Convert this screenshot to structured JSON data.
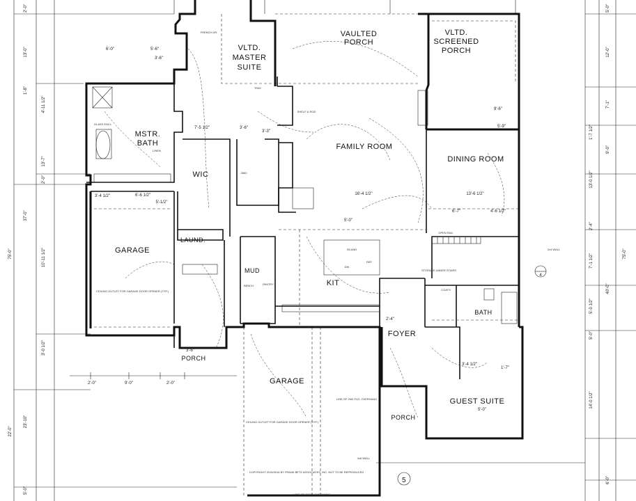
{
  "rooms": [
    {
      "id": "master-suite",
      "lines": [
        "VLTD.",
        "MASTER",
        "SUITE"
      ]
    },
    {
      "id": "vaulted-porch",
      "lines": [
        "VAULTED",
        "PORCH"
      ]
    },
    {
      "id": "screened-porch",
      "lines": [
        "VLTD.",
        "SCREENED",
        "PORCH"
      ]
    },
    {
      "id": "master-bath",
      "lines": [
        "MSTR.",
        "BATH"
      ]
    },
    {
      "id": "family-room",
      "lines": [
        "FAMILY ROOM"
      ]
    },
    {
      "id": "dining-room",
      "lines": [
        "DINING ROOM"
      ]
    },
    {
      "id": "wic",
      "lines": [
        "WIC"
      ]
    },
    {
      "id": "laundry",
      "lines": [
        "LAUND."
      ]
    },
    {
      "id": "garage-left",
      "lines": [
        "GARAGE"
      ]
    },
    {
      "id": "mud",
      "lines": [
        "MUD"
      ]
    },
    {
      "id": "kitchen",
      "lines": [
        "KIT"
      ]
    },
    {
      "id": "bath",
      "lines": [
        "BATH"
      ]
    },
    {
      "id": "foyer",
      "lines": [
        "FOYER"
      ]
    },
    {
      "id": "porch-left",
      "lines": [
        "PORCH"
      ]
    },
    {
      "id": "garage-center",
      "lines": [
        "GARAGE"
      ]
    },
    {
      "id": "porch-front",
      "lines": [
        "PORCH"
      ]
    },
    {
      "id": "guest-suite",
      "lines": [
        "GUEST SUITE"
      ]
    }
  ],
  "dimensions": {
    "left": [
      "2'-0\"",
      "13'-0\"",
      "1'-8\"",
      "4'-11 1/2\"",
      "13'-7\"",
      "10'-11 1/2\"",
      "2'-0\"",
      "37'-0\"",
      "3'-0 1/2\"",
      "75'-0\"",
      "23'-10\"",
      "22'-0\"",
      "5'-0\""
    ],
    "right": [
      "5'-0\"",
      "12'-0\"",
      "7'-1\"",
      "9'-0\"",
      "1'-7 1/2\"",
      "13'-0 1/2\"",
      "2'-4\"",
      "7'-1 1/2\"",
      "5'-0 1/2\"",
      "40'-0\"",
      "5'-0\"",
      "14'-0 1/2\"",
      "75'-0\"",
      "6'-0\""
    ],
    "interior": [
      "6'-0\"",
      "5'-6\"",
      "3'-4 1/2\"",
      "7'-5 1/2\"",
      "3'-6\"",
      "3'-3\"",
      "6'-6 1/2\"",
      "5'-1/2\"",
      "16'-4 1/2\"",
      "13'-6 1/2\"",
      "9'-6\"",
      "6'-7\"",
      "4'-6 1/2\"",
      "3'-6\"",
      "9'-0\"",
      "2'-0\"",
      "2'-0\"",
      "5'-0\"",
      "5'-0\"",
      "3'-4 1/2\"",
      "3'-6\"",
      "1'-7\"",
      "5'-9\"",
      "2'-4\""
    ]
  },
  "notes": [
    "2x4 WALL",
    "4x6 WALL",
    "OPEN RAIL",
    "CEILING OUTLET FOR GARAGE DOOR OPENER (TYP.)",
    "LINE OF 2ND FLR. OVERHANG",
    "COPYRIGHT 2015/2016 BY FRANK BETZ ASSOCIATES, INC. NOT TO BE REPRODUCED",
    "LINE OF ROOF OVERHANG",
    "TRAY",
    "FRENCH DR.",
    "SHELF & ROD",
    "LINEN",
    "GLASS ENCL.",
    "STORAGE UNDER STAIRS",
    "ISLAND",
    "DW",
    "REF",
    "PANTRY",
    "BENCH",
    "COATS",
    "2860"
  ],
  "markers": [
    {
      "id": "section-4",
      "text": "4"
    },
    {
      "id": "section-5",
      "text": "5"
    }
  ]
}
